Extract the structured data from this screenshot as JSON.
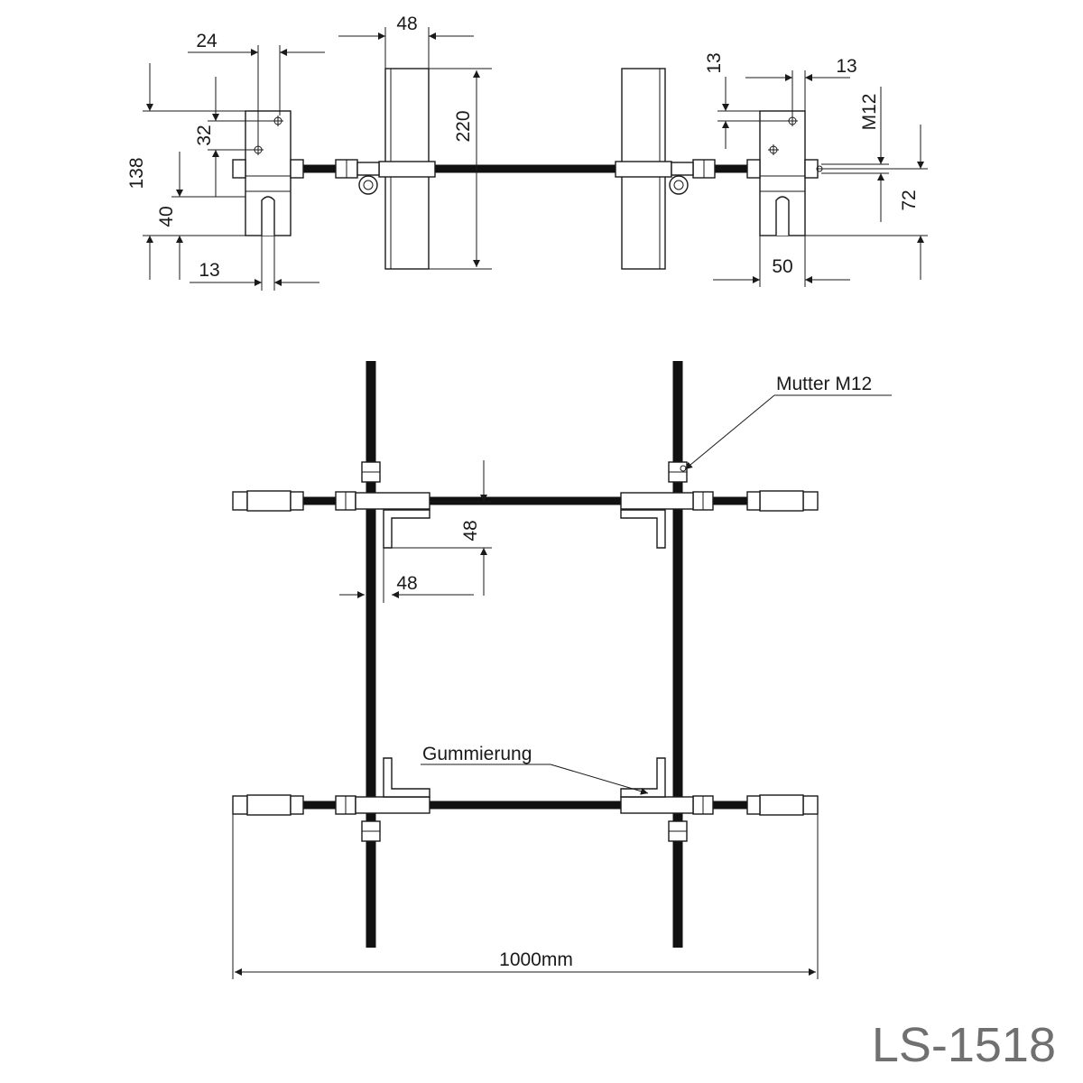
{
  "side_view": {
    "dimensions": {
      "bracket_width": "24",
      "upright_width_top": "48",
      "upright_height": "220",
      "bracket_height": "138",
      "hole_spacing": "32",
      "slot_height": "40",
      "slot_width_left": "13",
      "right_hole_offset_v": "13",
      "right_hole_offset_h": "13",
      "thread": "M12",
      "right_slot_height": "72",
      "right_bracket_width": "50"
    }
  },
  "top_view": {
    "dimensions": {
      "angle_height": "48",
      "angle_width": "48",
      "overall_length": "1000mm"
    },
    "labels": {
      "nut": "Mutter M12",
      "rubber": "Gummierung"
    }
  },
  "drawing_code": "LS-1518",
  "colors": {
    "line": "#1a1a1a",
    "code_text": "#707070"
  }
}
